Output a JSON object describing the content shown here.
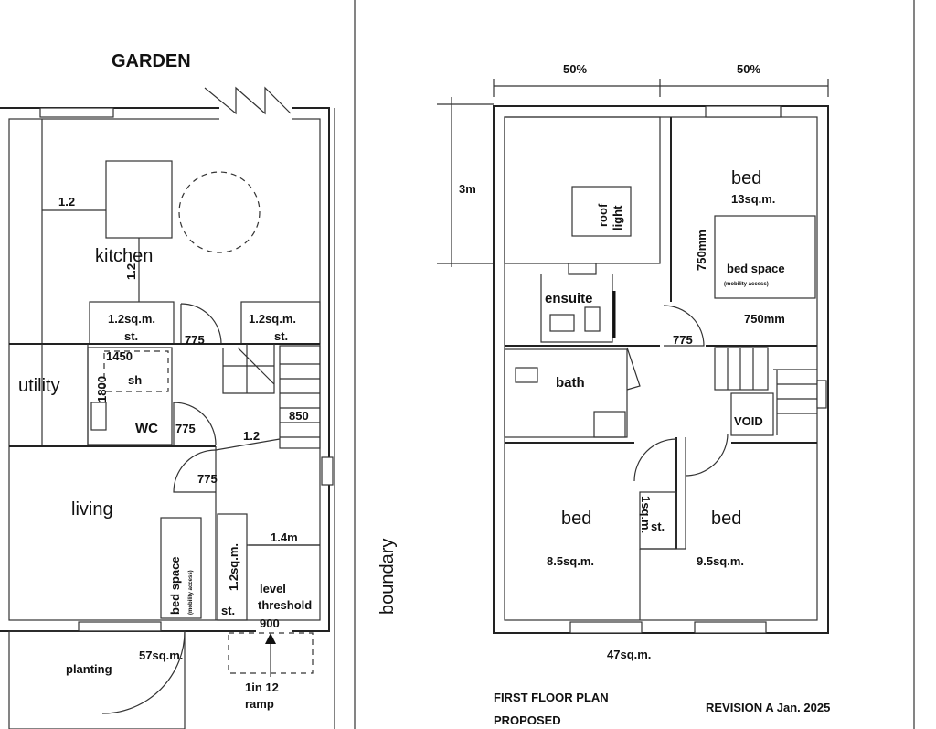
{
  "ground": {
    "garden": "GARDEN",
    "kitchen": "kitchen",
    "dim_kitchen_width": "1.2",
    "dim_kitchen_depth": "1.2",
    "storage_left": "1.2sq.m.",
    "storage_left_suffix": "st.",
    "storage_right": "1.2sq.m.",
    "storage_right_suffix": "st.",
    "door_kitchen": "775",
    "utility": "utility",
    "wc_1450": "1450",
    "wc_1800": "1800",
    "wc_sh": "sh",
    "wc": "WC",
    "door_wc": "775",
    "dim_hall": "1.2",
    "stair_850": "850",
    "door_living": "775",
    "living": "living",
    "bed_space": "bed space",
    "bed_space_note": "(mobility access)",
    "storage_hall": "1.2sq.m.",
    "storage_hall_suffix": "st.",
    "dim_porch": "1.4m",
    "level": "level",
    "threshold": "threshold",
    "width_900": "900",
    "planting": "planting",
    "area": "57sq.m.",
    "ramp_1": "1in 12",
    "ramp_2": "ramp",
    "boundary": "boundary"
  },
  "first": {
    "pct_left": "50%",
    "pct_right": "50%",
    "height_3m": "3m",
    "roof_light_1": "roof",
    "roof_light_2": "light",
    "bed1": "bed",
    "bed1_area": "13sq.m.",
    "dim_750_vertical": "750mm",
    "bed_space": "bed space",
    "bed_space_note": "(mobility access)",
    "dim_750_horizontal": "750mm",
    "ensuite": "ensuite",
    "door_775": "775",
    "bath": "bath",
    "void": "VOID",
    "bed2": "bed",
    "bed2_area": "8.5sq.m.",
    "st_area": "1sq.m.",
    "st_suffix": "st.",
    "bed3": "bed",
    "bed3_area": "9.5sq.m.",
    "area": "47sq.m.",
    "title_1": "FIRST FLOOR PLAN",
    "title_2": "PROPOSED",
    "revision": "REVISION A Jan. 2025"
  }
}
